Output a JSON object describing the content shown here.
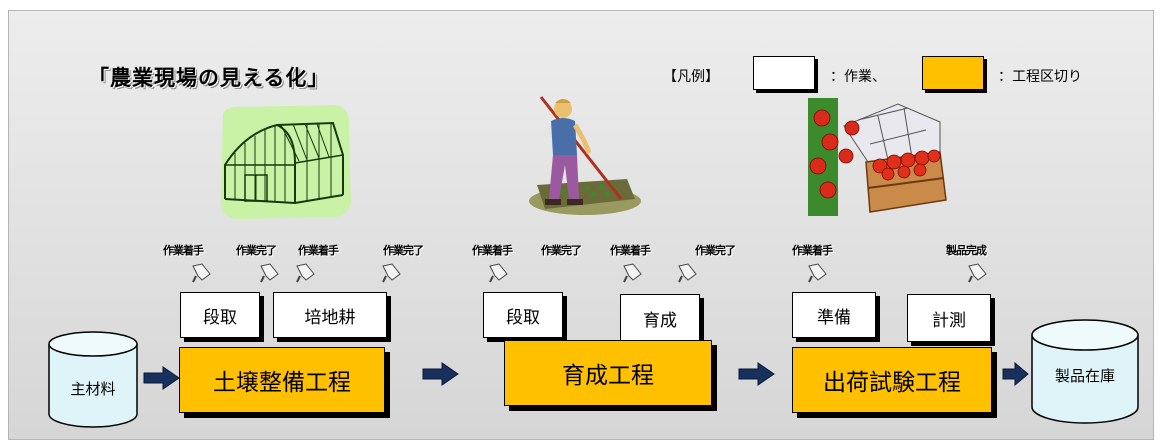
{
  "title": "「農業現場の見える化」",
  "legend": {
    "label": "【凡例】",
    "work": "：作業、",
    "process": "：工程区切り"
  },
  "colors": {
    "process": "#ffc000",
    "work": "#ffffff",
    "panel": "#e3e3e3"
  },
  "tags": [
    "作業着手",
    "作業完了",
    "作業着手",
    "作業完了",
    "作業着手",
    "作業完了",
    "作業着手",
    "作業完了",
    "作業着手",
    "製品完成"
  ],
  "tasks": [
    "段取",
    "培地耕",
    "段取",
    "育成",
    "準備",
    "計測"
  ],
  "processes": [
    "土壌整備工程",
    "育成工程",
    "出荷試験工程"
  ],
  "input": "主材料",
  "output": "製品在庫",
  "illustrations": [
    "greenhouse-icon",
    "farmer-icon",
    "tomato-harvest-icon"
  ]
}
